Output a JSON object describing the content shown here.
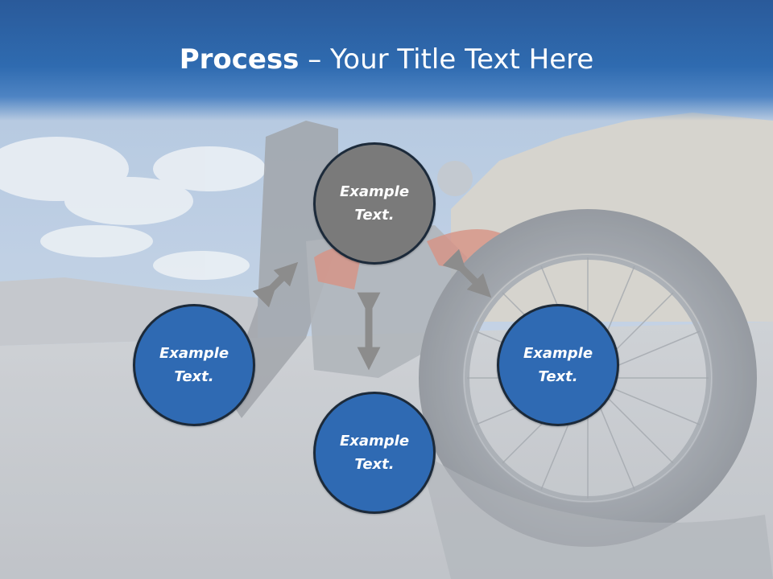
{
  "slide": {
    "title_bold": "Process",
    "title_rest": " – Your Title Text Here"
  },
  "diagram": {
    "center": {
      "label": "Example Text."
    },
    "left": {
      "label": "Example Text."
    },
    "bottom": {
      "label": "Example Text."
    },
    "right": {
      "label": "Example Text."
    }
  },
  "colors": {
    "title_bar": "#2f6bb0",
    "center_node": "#7a7a7a",
    "outer_node": "#2f6ab3",
    "arrow": "#8c8c8c"
  },
  "background": {
    "subject": "motorcycle-road-photo"
  }
}
